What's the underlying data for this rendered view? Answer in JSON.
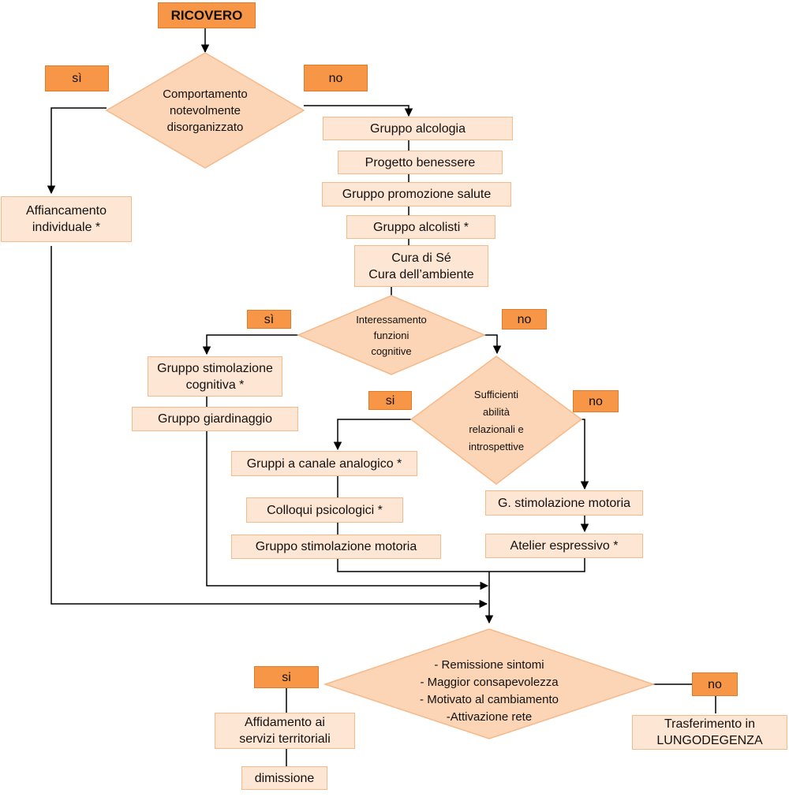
{
  "start": "RICOVERO",
  "decisions": {
    "d1": "Comportamento\nnotevolmente\ndisorganizzato",
    "d2": "Interessamento\nfunzioni\ncognitive",
    "d3": "Sufficienti\nabilità\nrelazionali    e\nintrospettive",
    "d4": "- Remissione sintomi\n- Maggior consapevolezza\n- Motivato al cambiamento\n-Attivazione rete"
  },
  "labels": {
    "d1_yes": "sì",
    "d1_no": "no",
    "d2_yes": "sì",
    "d2_no": "no",
    "d3_yes": "si",
    "d3_no": "no",
    "d4_yes": "si",
    "d4_no": "no"
  },
  "boxes": {
    "affiancamento": "Affiancamento\nindividuale  *",
    "gruppo_alcologia": "Gruppo alcologia",
    "progetto_benessere": "Progetto benessere",
    "gruppo_promozione": "Gruppo promozione salute",
    "gruppo_alcolisti": "Gruppo alcolisti *",
    "cura": "Cura di Sé\nCura dell’ambiente",
    "stim_cognitiva": "Gruppo stimolazione\ncognitiva *",
    "giardinaggio": "Gruppo giardinaggio",
    "canale_analogico": "Gruppi a canale analogico  *",
    "colloqui": "Colloqui psicologici *",
    "stim_motoria": "Gruppo stimolazione motoria",
    "g_stim_motoria": "G. stimolazione motoria",
    "atelier": "Atelier espressivo  *",
    "affidamento": "Affidamento ai\nservizi territoriali",
    "dimissione": "dimissione",
    "trasferimento": "Trasferimento in\nLUNGODEGENZA"
  },
  "colors": {
    "box_fill": "#fde6d3",
    "box_border": "#f5b98a",
    "label_fill": "#f79646",
    "diamond_fill": "#fbd5b5",
    "line": "#000000"
  }
}
